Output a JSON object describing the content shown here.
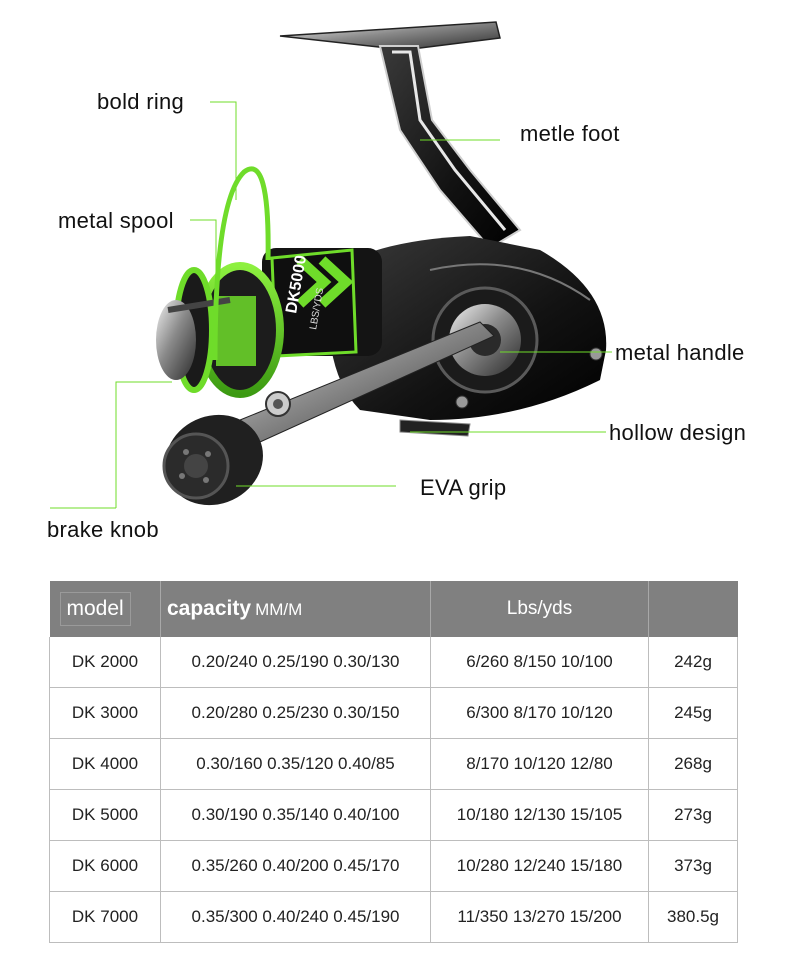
{
  "callouts": {
    "bold_ring": "bold ring",
    "metle_foot": "metle foot",
    "metal_spool": "metal spool",
    "metal_handle": "metal handle",
    "hollow_design": "hollow design",
    "eva_grip": "EVA grip",
    "brake_knob": "brake knob"
  },
  "reel_text": {
    "spool_model": "DK5000",
    "spool_spec": "LBS/YDS"
  },
  "colors": {
    "accent_green": "#6fdc2a",
    "header_gray": "#808080",
    "body_black": "#151515"
  },
  "table": {
    "headers": {
      "model": "model",
      "capacity": "capacity",
      "capacity_unit": "MM/M",
      "lbs_yds": "Lbs/yds",
      "weight": ""
    },
    "rows": [
      {
        "model": "DK 2000",
        "capacity": "0.20/240 0.25/190 0.30/130",
        "lbs_yds": "6/260  8/150  10/100",
        "weight": "242g"
      },
      {
        "model": "DK 3000",
        "capacity": "0.20/280 0.25/230 0.30/150",
        "lbs_yds": "6/300  8/170  10/120",
        "weight": "245g"
      },
      {
        "model": "DK 4000",
        "capacity": "0.30/160 0.35/120 0.40/85",
        "lbs_yds": "8/170 10/120 12/80",
        "weight": "268g"
      },
      {
        "model": "DK 5000",
        "capacity": "0.30/190 0.35/140 0.40/100",
        "lbs_yds": "10/180 12/130 15/105",
        "weight": "273g"
      },
      {
        "model": "DK 6000",
        "capacity": "0.35/260 0.40/200 0.45/170",
        "lbs_yds": "10/280 12/240 15/180",
        "weight": "373g"
      },
      {
        "model": "DK 7000",
        "capacity": "0.35/300 0.40/240 0.45/190",
        "lbs_yds": "11/350 13/270 15/200",
        "weight": "380.5g"
      }
    ]
  }
}
